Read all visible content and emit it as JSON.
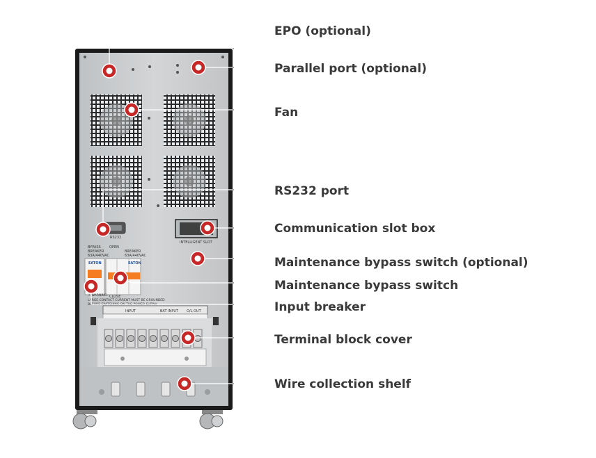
{
  "callouts": [
    {
      "id": "epo",
      "label": "EPO (optional)"
    },
    {
      "id": "parallel",
      "label": "Parallel port (optional)"
    },
    {
      "id": "fan",
      "label": "Fan"
    },
    {
      "id": "rs232",
      "label": "RS232 port"
    },
    {
      "id": "comm",
      "label": "Communication slot box"
    },
    {
      "id": "maint-opt",
      "label": "Maintenance bypass switch (optional)"
    },
    {
      "id": "maint",
      "label": "Maintenance bypass switch"
    },
    {
      "id": "input",
      "label": "Input breaker"
    },
    {
      "id": "terminal",
      "label": "Terminal block cover"
    },
    {
      "id": "shelf",
      "label": "Wire collection shelf"
    }
  ],
  "panel_text": {
    "rs232": "RS232",
    "intelligent_slot": "INTELLIGENT SLOT",
    "bypass_breaker": [
      "BYPASS",
      "BREAKER",
      "63A/440VAC"
    ],
    "open": "OPEN",
    "breaker": [
      "BREAKER",
      "63A/440VAC"
    ],
    "close": "CLOSE",
    "warning": [
      "⚠ WARNING:",
      "LARGE CONTACT CURRENT MUST BE GROUNDED",
      "BEFORE SWITCHING ON THE POWER SUPPLY"
    ],
    "terminal_headers": [
      "INPUT",
      "BAT INPUT",
      "O/L OUT"
    ],
    "brand": "EATON"
  },
  "colors": {
    "marker_ring": "#c62828",
    "label_text": "#3a3a3a",
    "cabinet": "#1a1a1a",
    "panel": "#c9cbcd"
  }
}
